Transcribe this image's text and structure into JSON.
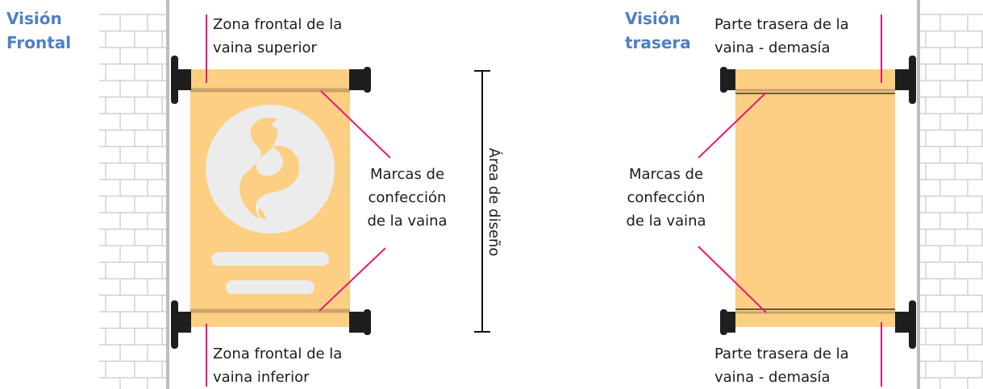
{
  "front": {
    "title_line1": "Visión",
    "title_line2": "Frontal",
    "top_zone_line1": "Zona frontal de la",
    "top_zone_line2": "vaina superior",
    "marks_line1": "Marcas de",
    "marks_line2": "confección",
    "marks_line3": "de la vaina",
    "bottom_zone_line1": "Zona frontal de la",
    "bottom_zone_line2": "vaina inferior"
  },
  "design_area": "Área de diseño",
  "back": {
    "title_line1": "Visión",
    "title_line2": "trasera",
    "top_line1": "Parte trasera de la",
    "top_line2": "vaina - demasía",
    "marks_line1": "Marcas de",
    "marks_line2": "confección",
    "marks_line3": "de la vaina",
    "bottom_line1": "Parte trasera de la",
    "bottom_line2": "vaina - demasía"
  },
  "colors": {
    "banner": "#fdcf83",
    "sleeve_line": "#c9a46a",
    "leader": "#e4197d",
    "title": "#4f7fc5",
    "brick": "#c8c8c8",
    "pole": "#1e1e1e",
    "circle": "#ececec"
  },
  "icons": [
    "brick-wall",
    "banner-pole",
    "swirl-logo"
  ]
}
